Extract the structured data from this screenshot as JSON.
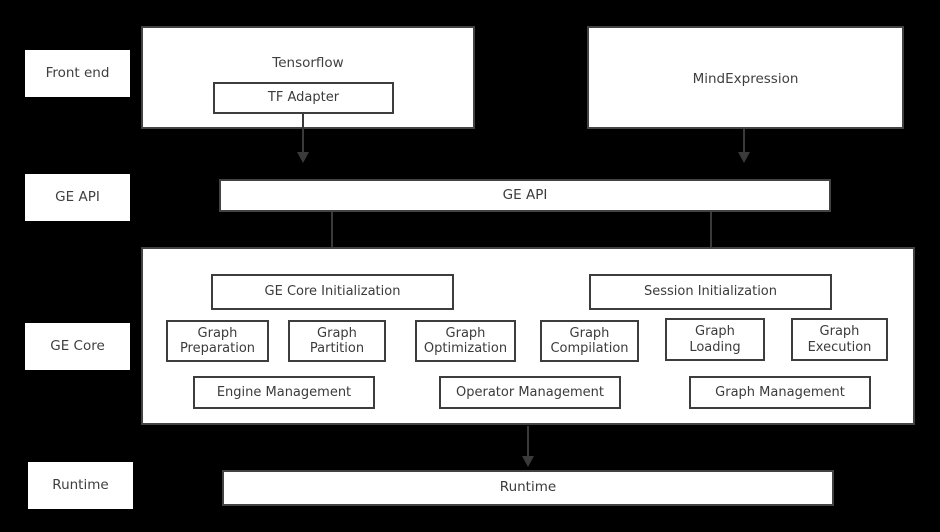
{
  "diagram": {
    "title": "GE (Graph Engine) architecture stack",
    "background_color": "#000000",
    "box_fill": "#ffffff",
    "stroke_color": "#3d3d3d",
    "text_color": "#3b3b3b"
  },
  "layer_labels": [
    {
      "id": "front-end",
      "label": "Front end"
    },
    {
      "id": "ge-api",
      "label": "GE API"
    },
    {
      "id": "ge-core",
      "label": "GE Core"
    },
    {
      "id": "runtime",
      "label": "Runtime"
    }
  ],
  "front_end": {
    "tensorflow": {
      "title": "Tensorflow",
      "child": "TF Adapter"
    },
    "mindexpression": {
      "title": "MindExpression"
    }
  },
  "ge_api_bar": {
    "label": "GE API"
  },
  "ge_core": {
    "initialization": [
      {
        "label": "GE Core Initialization"
      },
      {
        "label": "Session Initialization"
      }
    ],
    "stages": [
      {
        "label": "Graph\nPreparation"
      },
      {
        "label": "Graph\nPartition"
      },
      {
        "label": "Graph\nOptimization"
      },
      {
        "label": "Graph\nCompilation"
      },
      {
        "label": "Graph\nLoading"
      },
      {
        "label": "Graph\nExecution"
      }
    ],
    "managers": [
      {
        "label": "Engine Management"
      },
      {
        "label": "Operator Management"
      },
      {
        "label": "Graph Management"
      }
    ]
  },
  "runtime_bar": {
    "label": "Runtime"
  },
  "connectors": [
    {
      "id": "tf-adapter-to-ge-api",
      "from": "TF Adapter",
      "to": "GE API"
    },
    {
      "id": "mindexpression-to-ge-api",
      "from": "MindExpression",
      "to": "GE API"
    },
    {
      "id": "ge-api-to-ge-core-initialization",
      "from": "GE API",
      "to": "GE Core Initialization"
    },
    {
      "id": "ge-api-to-session-initialization",
      "from": "GE API",
      "to": "Session Initialization"
    },
    {
      "id": "ge-core-to-runtime",
      "from": "GE Core",
      "to": "Runtime"
    }
  ]
}
